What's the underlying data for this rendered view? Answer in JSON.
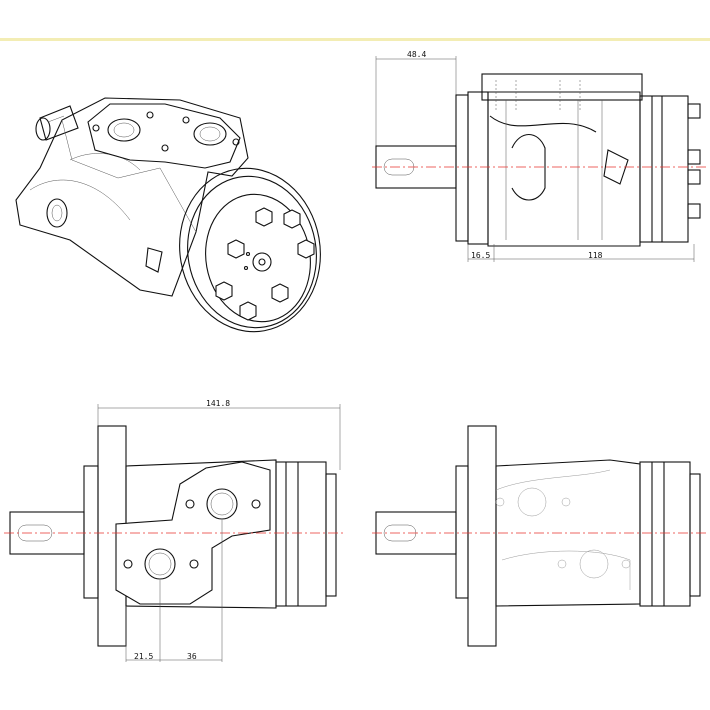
{
  "colors": {
    "top_band": "#f3edb4",
    "outline": "#111111",
    "centerline": "#e8332f",
    "hidden_line": "#3557c9",
    "ghost_line": "#9a9a9a"
  },
  "views": {
    "isometric": {
      "icon": "hydraulic-motor-3d"
    },
    "side": {
      "dimensions": {
        "shaft_length": "48.4",
        "flange": "16.5",
        "body_length": "118"
      },
      "icon": "brand-logo-icon"
    },
    "front_left": {
      "dimensions": {
        "overall_length": "141.8",
        "port_offset_a": "21.5",
        "port_offset_b": "36"
      }
    },
    "front_right": {
      "icon": "hydraulic-motor-hidden-ports"
    }
  }
}
